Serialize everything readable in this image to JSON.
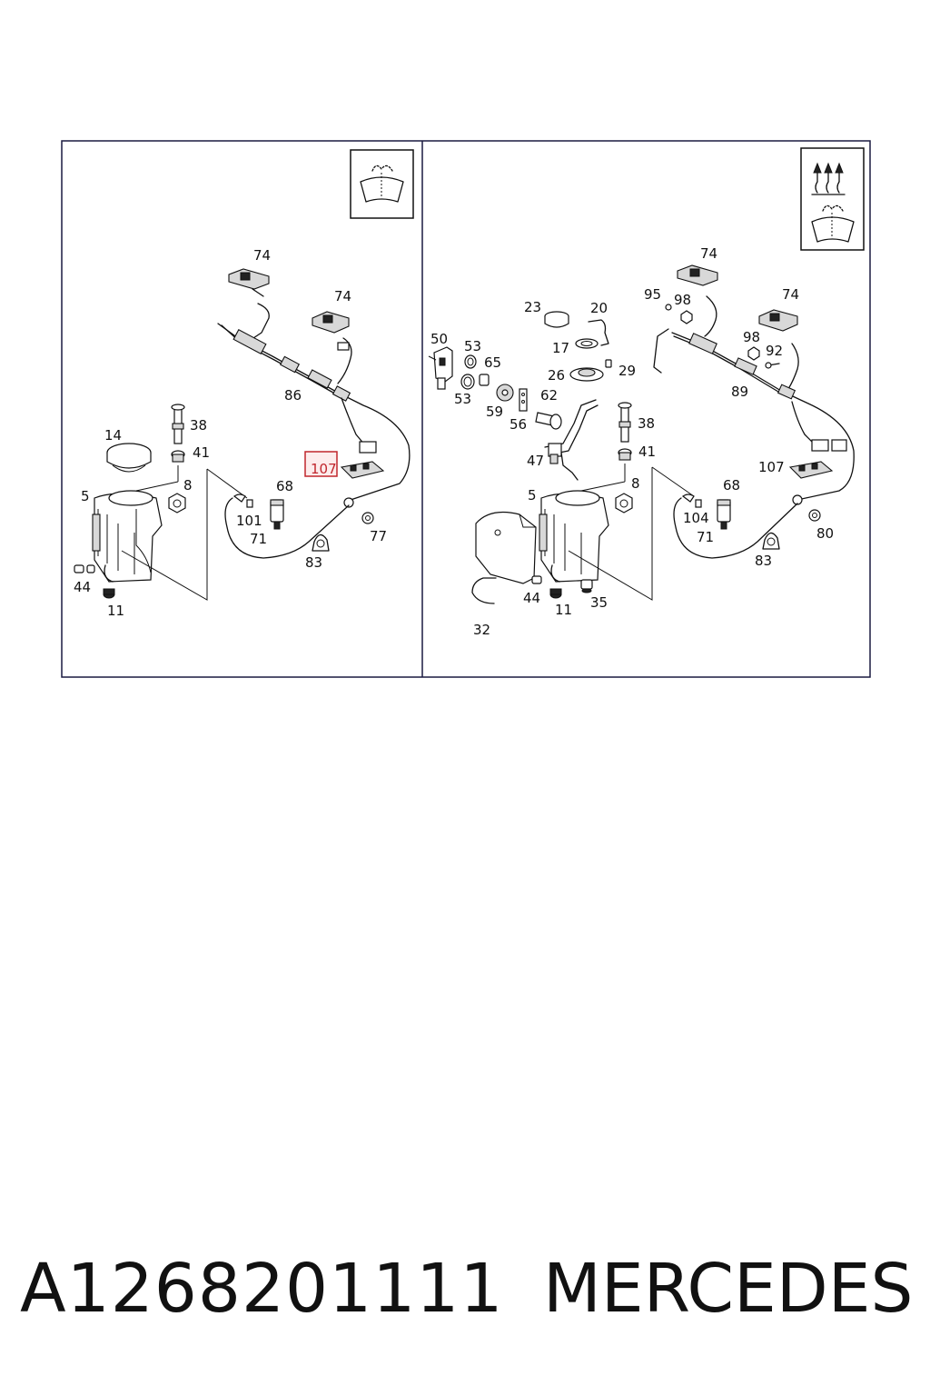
{
  "left_panel": {
    "callouts": [
      "74",
      "74",
      "86",
      "14",
      "38",
      "41",
      "5",
      "8",
      "68",
      "101",
      "71",
      "77",
      "83",
      "44",
      "11",
      "107"
    ],
    "highlighted_callout": "107"
  },
  "right_panel": {
    "callouts": [
      "74",
      "95",
      "98",
      "74",
      "23",
      "20",
      "50",
      "53",
      "65",
      "17",
      "98",
      "92",
      "26",
      "29",
      "89",
      "53",
      "59",
      "56",
      "62",
      "38",
      "41",
      "47",
      "107",
      "8",
      "5",
      "68",
      "104",
      "71",
      "80",
      "83",
      "44",
      "11",
      "35",
      "32"
    ]
  },
  "icons": {
    "left_symbol": "windshield-washer-icon",
    "right_symbol_top": "heated-icon",
    "right_symbol_bottom": "windshield-washer-icon"
  },
  "colors": {
    "highlight": "#c0262d",
    "frame": "#1a1a40",
    "line": "#111111"
  },
  "footer": {
    "part_number": "A1268201111",
    "brand": "MERCEDES"
  }
}
